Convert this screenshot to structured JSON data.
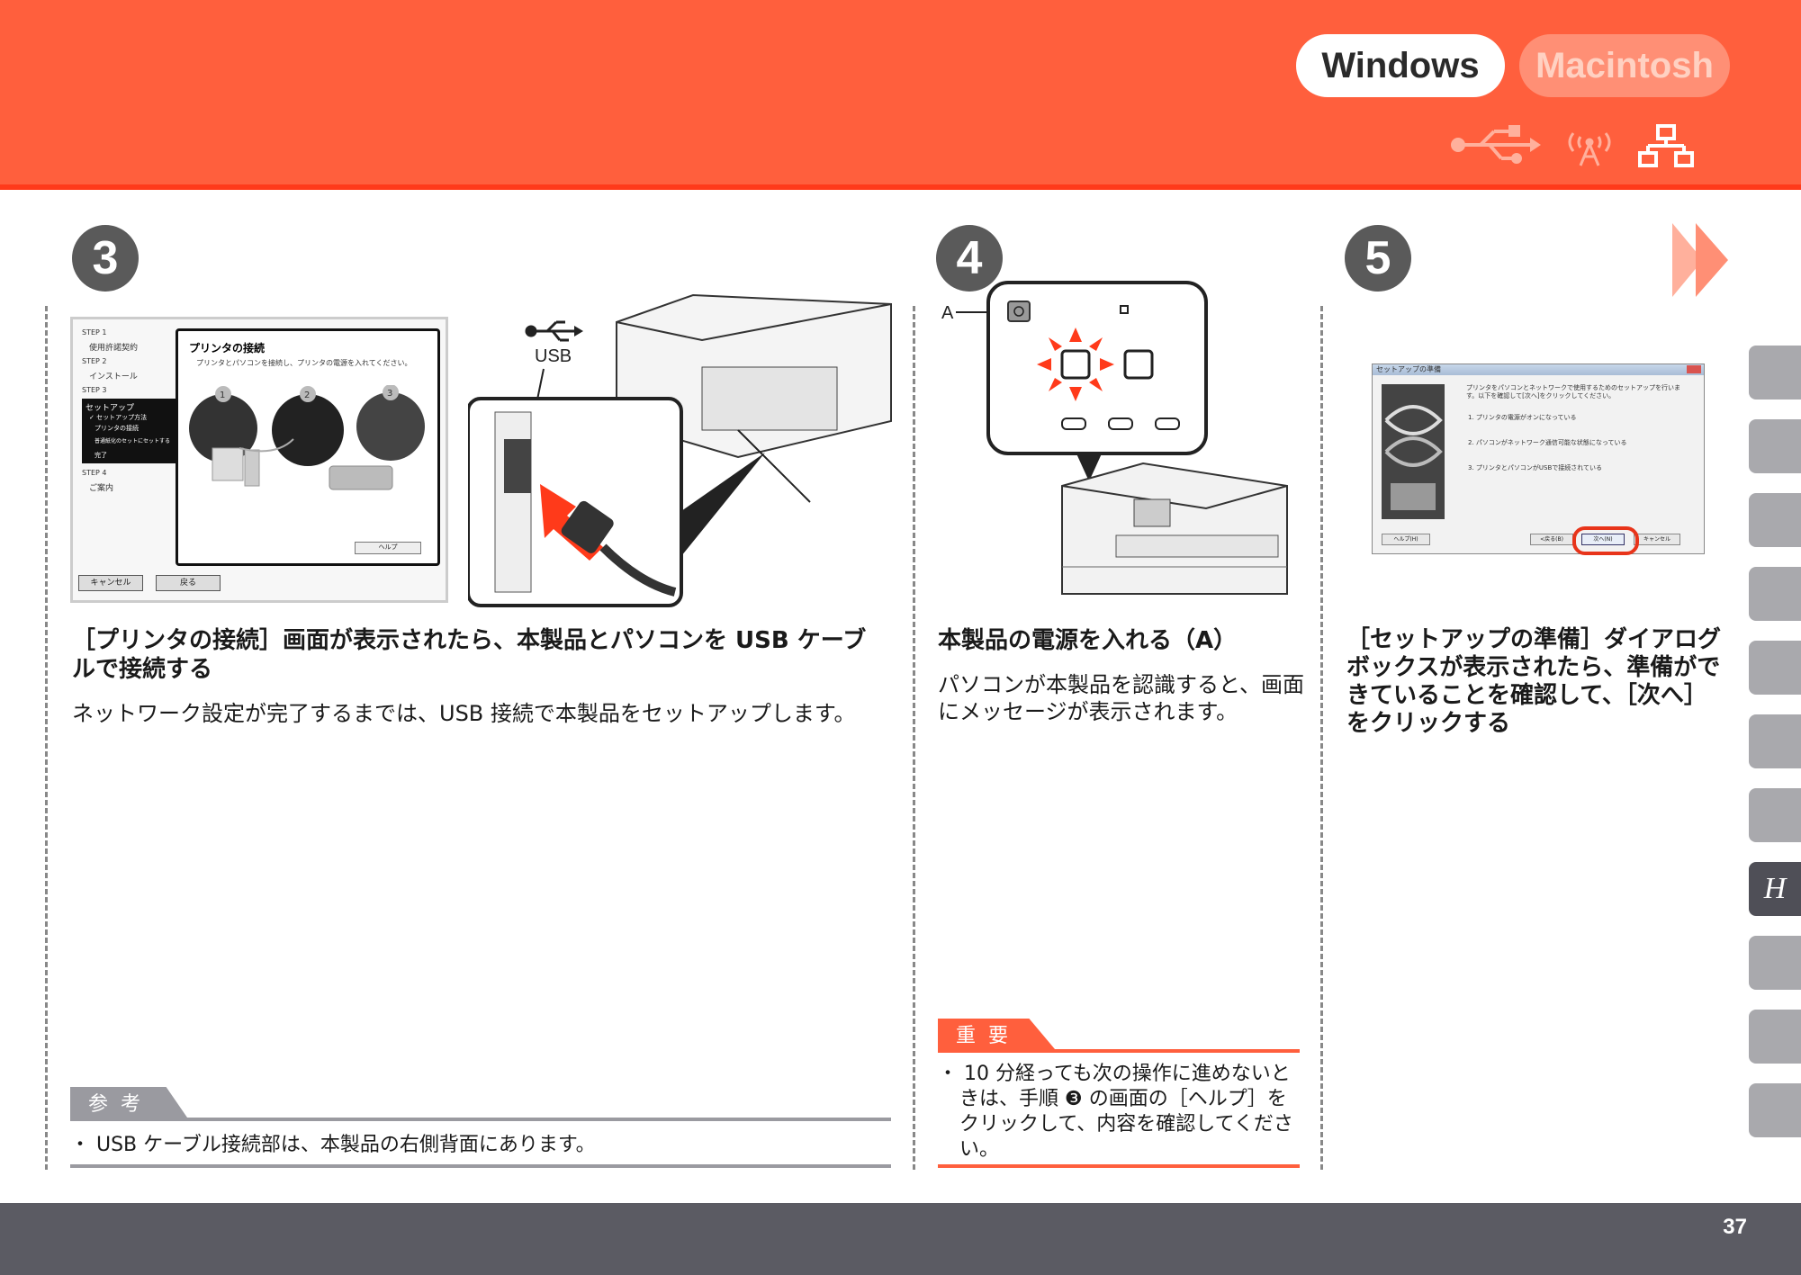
{
  "header": {
    "os_windows": "Windows",
    "os_macintosh": "Macintosh",
    "icons": [
      "usb-icon",
      "wireless-icon",
      "wired-lan-icon"
    ]
  },
  "steps": {
    "s3": {
      "number": "3",
      "screen": {
        "sidebar": {
          "step1": "STEP 1",
          "license": "使用許諾契約",
          "step2": "STEP 2",
          "install": "インストール",
          "step3": "STEP 3",
          "setup": "セットアップ",
          "setup_method": "✓ セットアップ方法",
          "printer_connection": "プリンタの接続",
          "network_setup": "普通紙化のセットにセットする",
          "done": "完了",
          "step4": "STEP 4",
          "guide": "ご案内"
        },
        "panel_title": "プリンタの接続",
        "panel_text": "プリンタとパソコンを接続し、プリンタの電源を入れてください。",
        "help_btn": "ヘルプ",
        "cancel_btn": "キャンセル",
        "back_btn": "戻る",
        "circle_labels": [
          "1",
          "2",
          "3"
        ]
      },
      "usb_label": "USB",
      "heading": "［プリンタの接続］画面が表示されたら、本製品とパソコンを USB ケーブルで接続する",
      "body": "ネットワーク設定が完了するまでは、USB 接続で本製品をセットアップします。",
      "note_label": "参考",
      "note_text": "・ USB ケーブル接続部は、本製品の右側背面にあります。"
    },
    "s4": {
      "number": "4",
      "label_a": "A",
      "heading": "本製品の電源を入れる（A）",
      "body": "パソコンが本製品を認識すると、画面にメッセージが表示されます。",
      "important_label": "重要",
      "important_text": "・ 10 分経っても次の操作に進めないときは、手順 ❸ の画面の［ヘルプ］をクリックして、内容を確認してください。"
    },
    "s5": {
      "number": "5",
      "dialog": {
        "title": "セットアップの準備",
        "intro": "プリンタをパソコンとネットワークで使用するためのセットアップを行います。以下を確認して[次へ]をクリックしてください。",
        "items": [
          "1. プリンタの電源がオンになっている",
          "2. パソコンがネットワーク通信可能な状態になっている",
          "3. プリンタとパソコンがUSBで接続されている"
        ],
        "help_btn": "ヘルプ(H)",
        "back_btn": "<戻る(B)",
        "next_btn": "次へ(N)",
        "cancel_btn": "キャンセル"
      },
      "heading": "［セットアップの準備］ダイアログボックスが表示されたら、準備ができていることを確認して、［次へ］をクリックする"
    }
  },
  "side_tabs": {
    "active_label": "H"
  },
  "footer": {
    "page_number": "37"
  },
  "colors": {
    "header": "#ff5f3d",
    "accent": "#ff3a1a",
    "footer": "#5b5b63"
  }
}
